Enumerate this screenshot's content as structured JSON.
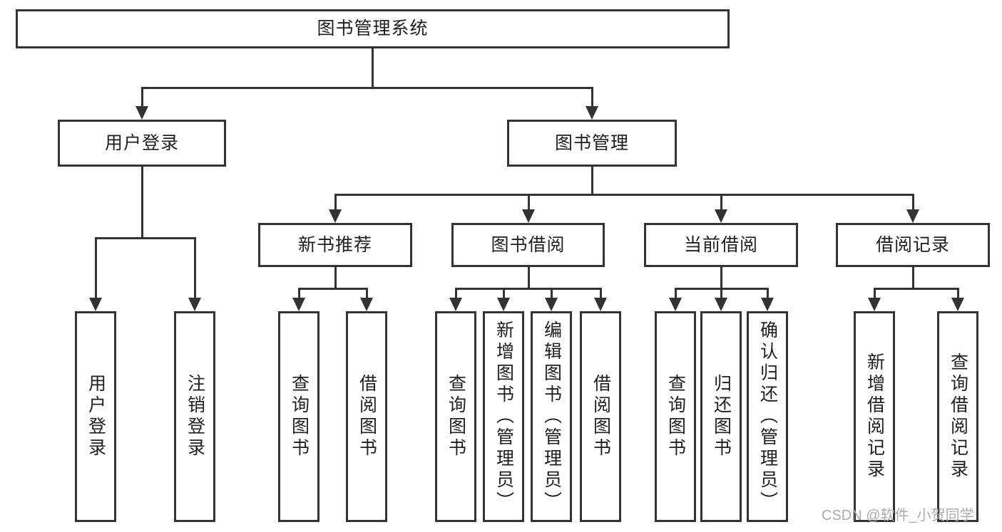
{
  "colors": {
    "line": "#333333",
    "text": "#1f1f1f",
    "box_fill": "#ffffff",
    "background": "#ffffff",
    "watermark": "#ababab"
  },
  "diagram": {
    "root": {
      "label": "图书管理系统"
    },
    "level2": [
      {
        "label": "用户登录"
      },
      {
        "label": "图书管理"
      }
    ],
    "level3": [
      {
        "label": "新书推荐"
      },
      {
        "label": "图书借阅"
      },
      {
        "label": "当前借阅"
      },
      {
        "label": "借阅记录"
      }
    ],
    "leaves": [
      {
        "label": "用户登录"
      },
      {
        "label": "注销登录"
      },
      {
        "label": "查询图书"
      },
      {
        "label": "借阅图书"
      },
      {
        "label": "查询图书"
      },
      {
        "label": "新增图书（管理员）"
      },
      {
        "label": "编辑图书（管理员）"
      },
      {
        "label": "借阅图书"
      },
      {
        "label": "查询图书"
      },
      {
        "label": "归还图书"
      },
      {
        "label": "确认归还（管理员）"
      },
      {
        "label": "新增借阅记录"
      },
      {
        "label": "查询借阅记录"
      }
    ]
  },
  "watermark": {
    "text": "CSDN @软件_小贺同学"
  }
}
